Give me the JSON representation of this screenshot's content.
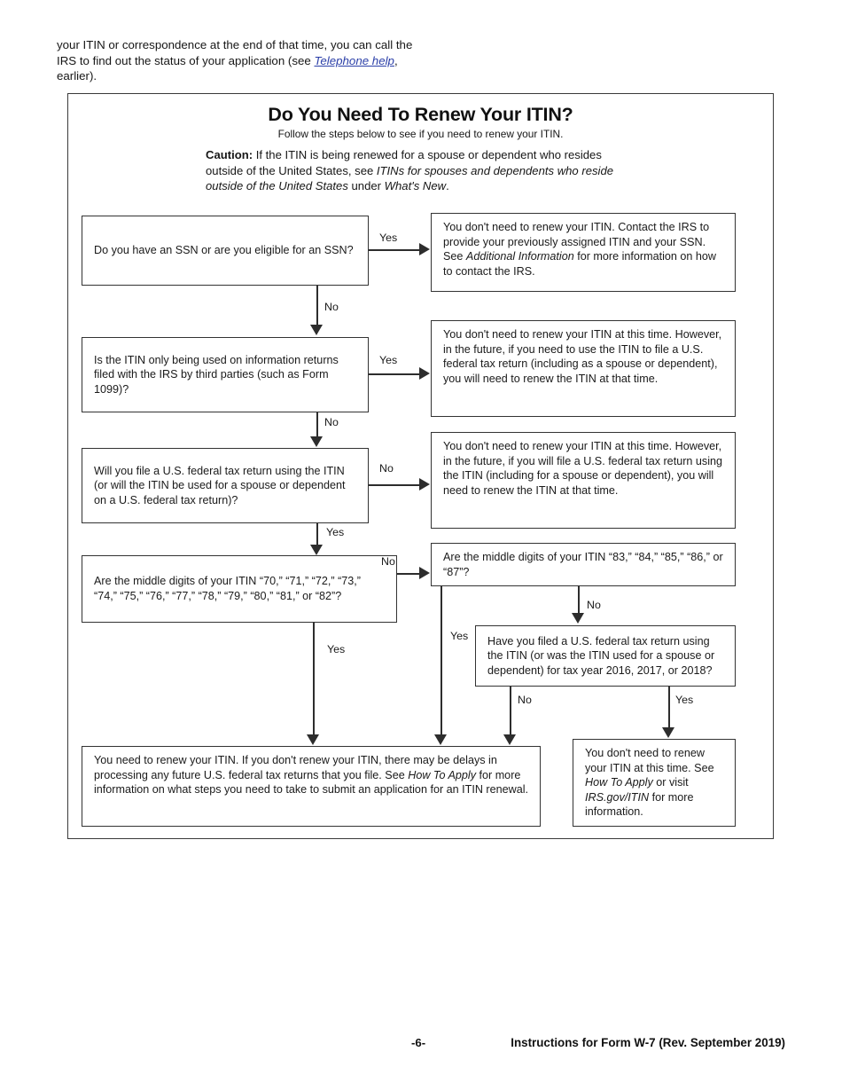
{
  "intro": {
    "text_before_link": "your ITIN or correspondence at the end of that time, you can call the IRS to find out the status of your application (see ",
    "link_text": "Telephone help",
    "text_after_link": ", earlier)."
  },
  "chart": {
    "title": "Do You Need To Renew Your ITIN?",
    "subtitle": "Follow the steps below to see if you need to renew your ITIN.",
    "caution": {
      "label": "Caution:",
      "text_1": " If the ITIN is being renewed for a spouse or dependent who resides outside of the United States, see ",
      "italic_1": "ITINs for spouses and dependents who reside outside of the United States",
      "text_2": " under ",
      "italic_2": "What's New",
      "text_3": "."
    },
    "boxes": {
      "q1": "Do you have an SSN or are you eligible for an SSN?",
      "a1_part1": "You don't need to renew your ITIN. Contact the IRS to provide your previously assigned ITIN and your SSN. See ",
      "a1_italic": "Additional Information",
      "a1_part2": " for more information on how to contact the IRS.",
      "q2": "Is the ITIN only being used on information returns filed with the IRS by third parties (such as Form 1099)?",
      "a2": "You don't need to renew your ITIN at this time. However, in the future, if you need to use the ITIN to file a U.S. federal tax return (including as a spouse or dependent), you will need to renew the ITIN at that time.",
      "q3": "Will you file a U.S. federal tax return using the ITIN (or will the ITIN be used for a spouse or dependent on a U.S. federal tax return)?",
      "a3": "You don't need to renew your ITIN at this time. However, in the future, if you will file a U.S. federal tax return using the ITIN (including for a spouse or dependent), you will need to renew the ITIN at that time.",
      "q4": "Are the middle digits of your ITIN “70,” “71,” “72,” “73,” “74,” “75,” “76,” “77,” “78,” “79,” “80,” “81,” or “82”?",
      "q5": "Are the middle digits of your ITIN “83,” “84,” “85,” “86,” or “87”?",
      "q6": "Have you filed a U.S. federal tax return using the ITIN (or was the ITIN used for a spouse or dependent) for tax year 2016, 2017, or 2018?",
      "final_renew_part1": "You need to renew your ITIN. If you don't renew your ITIN, there may be delays in processing any future U.S. federal tax returns that you file. See ",
      "final_renew_italic": "How To Apply",
      "final_renew_part2": " for more information on what steps you need to take to submit an application for an ITIN renewal.",
      "final_norenew_part1": "You don't need to renew your ITIN at this time. See ",
      "final_norenew_italic1": "How To Apply",
      "final_norenew_part2": " or visit ",
      "final_norenew_italic2": "IRS.gov/ITIN",
      "final_norenew_part3": " for more information."
    },
    "edge_labels": {
      "q1_yes": "Yes",
      "q1_no": "No",
      "q2_yes": "Yes",
      "q2_no": "No",
      "q3_no": "No",
      "q3_yes": "Yes",
      "q4_no": "No",
      "q4_yes": "Yes",
      "q5_no": "No",
      "q5_yes": "Yes",
      "q6_no": "No",
      "q6_yes": "Yes"
    }
  },
  "footer": {
    "page_number": "-6-",
    "form_title": "Instructions for Form W-7 (Rev. September 2019)"
  },
  "colors": {
    "text": "#1a1a1a",
    "line": "#2d2d2d",
    "border": "#333333",
    "link": "#2b3fa8"
  }
}
